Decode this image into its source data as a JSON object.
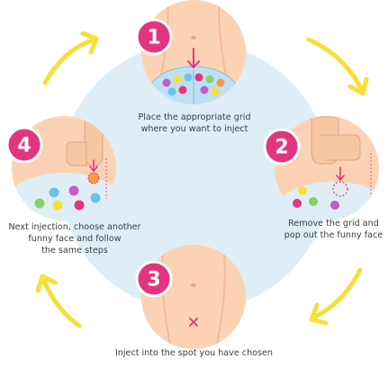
{
  "steps": [
    {
      "number": "1",
      "caption": "Place the appropriate grid\nwhere you want to inject"
    },
    {
      "number": "2",
      "caption": "Remove the grid and\npop out the funny face"
    },
    {
      "number": "3",
      "caption": "Inject into the spot you have chosen"
    },
    {
      "number": "4",
      "caption": "Next injection, choose another\nfunny face and follow\nthe same steps"
    }
  ],
  "colors": {
    "badge": "#e3357e",
    "arrow": "#f6df3a",
    "circle_bg": "#dfeef6",
    "skin": "#fbd3b4",
    "skin_shadow": "#f2b995",
    "grid": "#bfe0f2",
    "grid_line": "#7fbfe3"
  },
  "icons": [
    "arrow-down-icon",
    "finger-icon",
    "injection-cross-icon",
    "funny-face-icon",
    "cycle-arrow-icon"
  ]
}
